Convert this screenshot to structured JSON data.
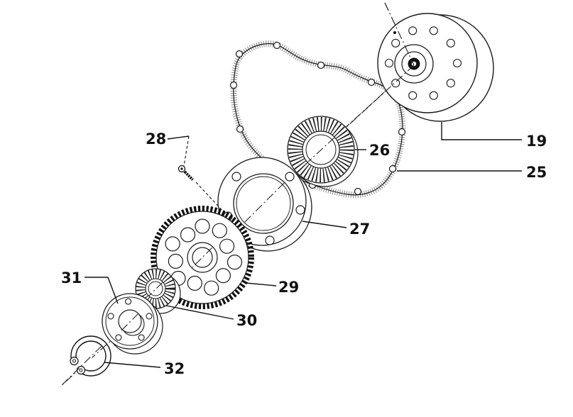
{
  "colors": {
    "line": "#1a1a1a",
    "gasket_texture": "#8a8a8a",
    "background": "#ffffff"
  },
  "diagram": {
    "part_labels": {
      "p19": "19",
      "p25": "25",
      "p26": "26",
      "p27": "27",
      "p28": "28",
      "p29": "29",
      "p30": "30",
      "p31": "31",
      "p32": "32"
    }
  }
}
